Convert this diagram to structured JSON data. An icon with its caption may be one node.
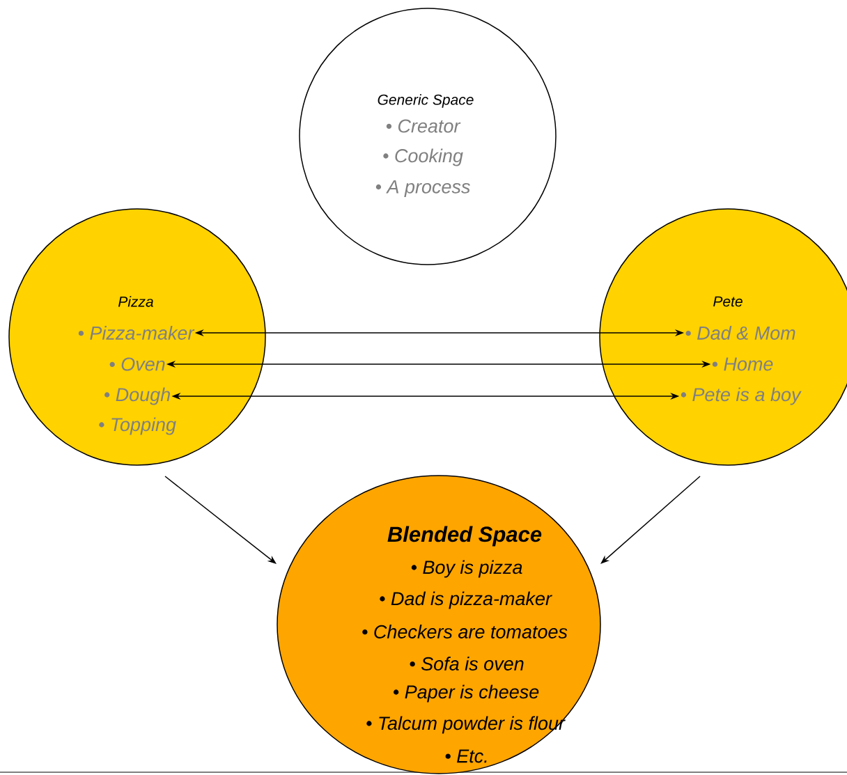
{
  "diagram": {
    "nodes": [
      {
        "text": [
          "Generic Space",
          "• Creator",
          "• Cooking",
          "• A process"
        ]
      },
      {
        "text": [
          "Pizza"
        ]
      },
      {
        "text": [
          "• Pizza-maker"
        ],
        "in": 1
      },
      {
        "text": [
          "• Oven"
        ],
        "in": 1
      },
      {
        "text": [
          "• Dough"
        ],
        "in": 1
      },
      {
        "text": [
          "• Topping"
        ],
        "in": 1
      },
      {
        "text": [
          "Pete"
        ]
      },
      {
        "text": [
          "• Dad & Mom"
        ],
        "in": 6
      },
      {
        "text": [
          "• Home"
        ],
        "in": 6
      },
      {
        "text": [
          "• Pete is a boy"
        ],
        "in": 6
      },
      {
        "text": [
          "Blended Space",
          "• Boy is pizza",
          "• Dad is pizza-maker",
          "• Checkers are tomatoes",
          "• Sofa is oven",
          "• Paper is cheese",
          "• Talcum powder is flour",
          "• Etc."
        ]
      }
    ],
    "edges": [
      {
        "from": 2,
        "to": 7,
        "arrow": "both"
      },
      {
        "from": 3,
        "to": 8,
        "arrow": "both"
      },
      {
        "from": 4,
        "to": 9,
        "arrow": "both"
      },
      {
        "from": 1,
        "to": 10,
        "arrow": "to"
      },
      {
        "from": 6,
        "to": 10,
        "arrow": "to"
      }
    ]
  }
}
